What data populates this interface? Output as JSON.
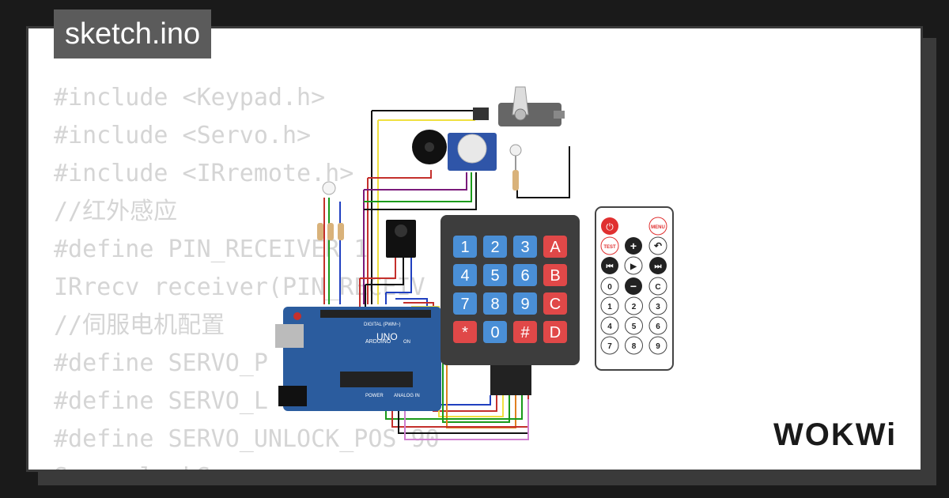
{
  "file_tab": {
    "label": "sketch.ino"
  },
  "code_lines": [
    "#include <Keypad.h>",
    "#include <Servo.h>",
    "#include <IRremote.h>",
    "//红外感应",
    "#define PIN_RECEIVER 1",
    "IRrecv receiver(PIN_RECEIV",
    "//伺服电机配置",
    "#define SERVO_P",
    "#define SERVO_L        0",
    "#define SERVO_UNLOCK_POS 90",
    "Servo lockS"
  ],
  "board": {
    "brand": "ARDUINO",
    "model": "UNO",
    "digital_label": "DIGITAL (PWM~)",
    "analog_label": "ANALOG IN",
    "power_label": "POWER",
    "on_label": "ON"
  },
  "keypad": {
    "keys": [
      "1",
      "2",
      "3",
      "A",
      "4",
      "5",
      "6",
      "B",
      "7",
      "8",
      "9",
      "C",
      "*",
      "0",
      "#",
      "D"
    ]
  },
  "remote": {
    "power": "⏻",
    "menu": "MENU",
    "test": "TEST",
    "plus": "+",
    "back": "↶",
    "prev": "⏮",
    "play": "▶",
    "next": "⏭",
    "zero": "0",
    "minus": "−",
    "clear": "C",
    "digits": [
      "1",
      "2",
      "3",
      "4",
      "5",
      "6",
      "7",
      "8",
      "9"
    ]
  },
  "logo": {
    "text": "WOKWi"
  },
  "colors": {
    "background": "#1a1a1a",
    "card": "#ffffff",
    "code_text": "#d5d5d5",
    "tab": "#5b5b5b",
    "board": "#2b5c9e",
    "keypad_body": "#3d3d3d",
    "key_num": "#4a8fd6",
    "key_letter": "#e04848"
  }
}
